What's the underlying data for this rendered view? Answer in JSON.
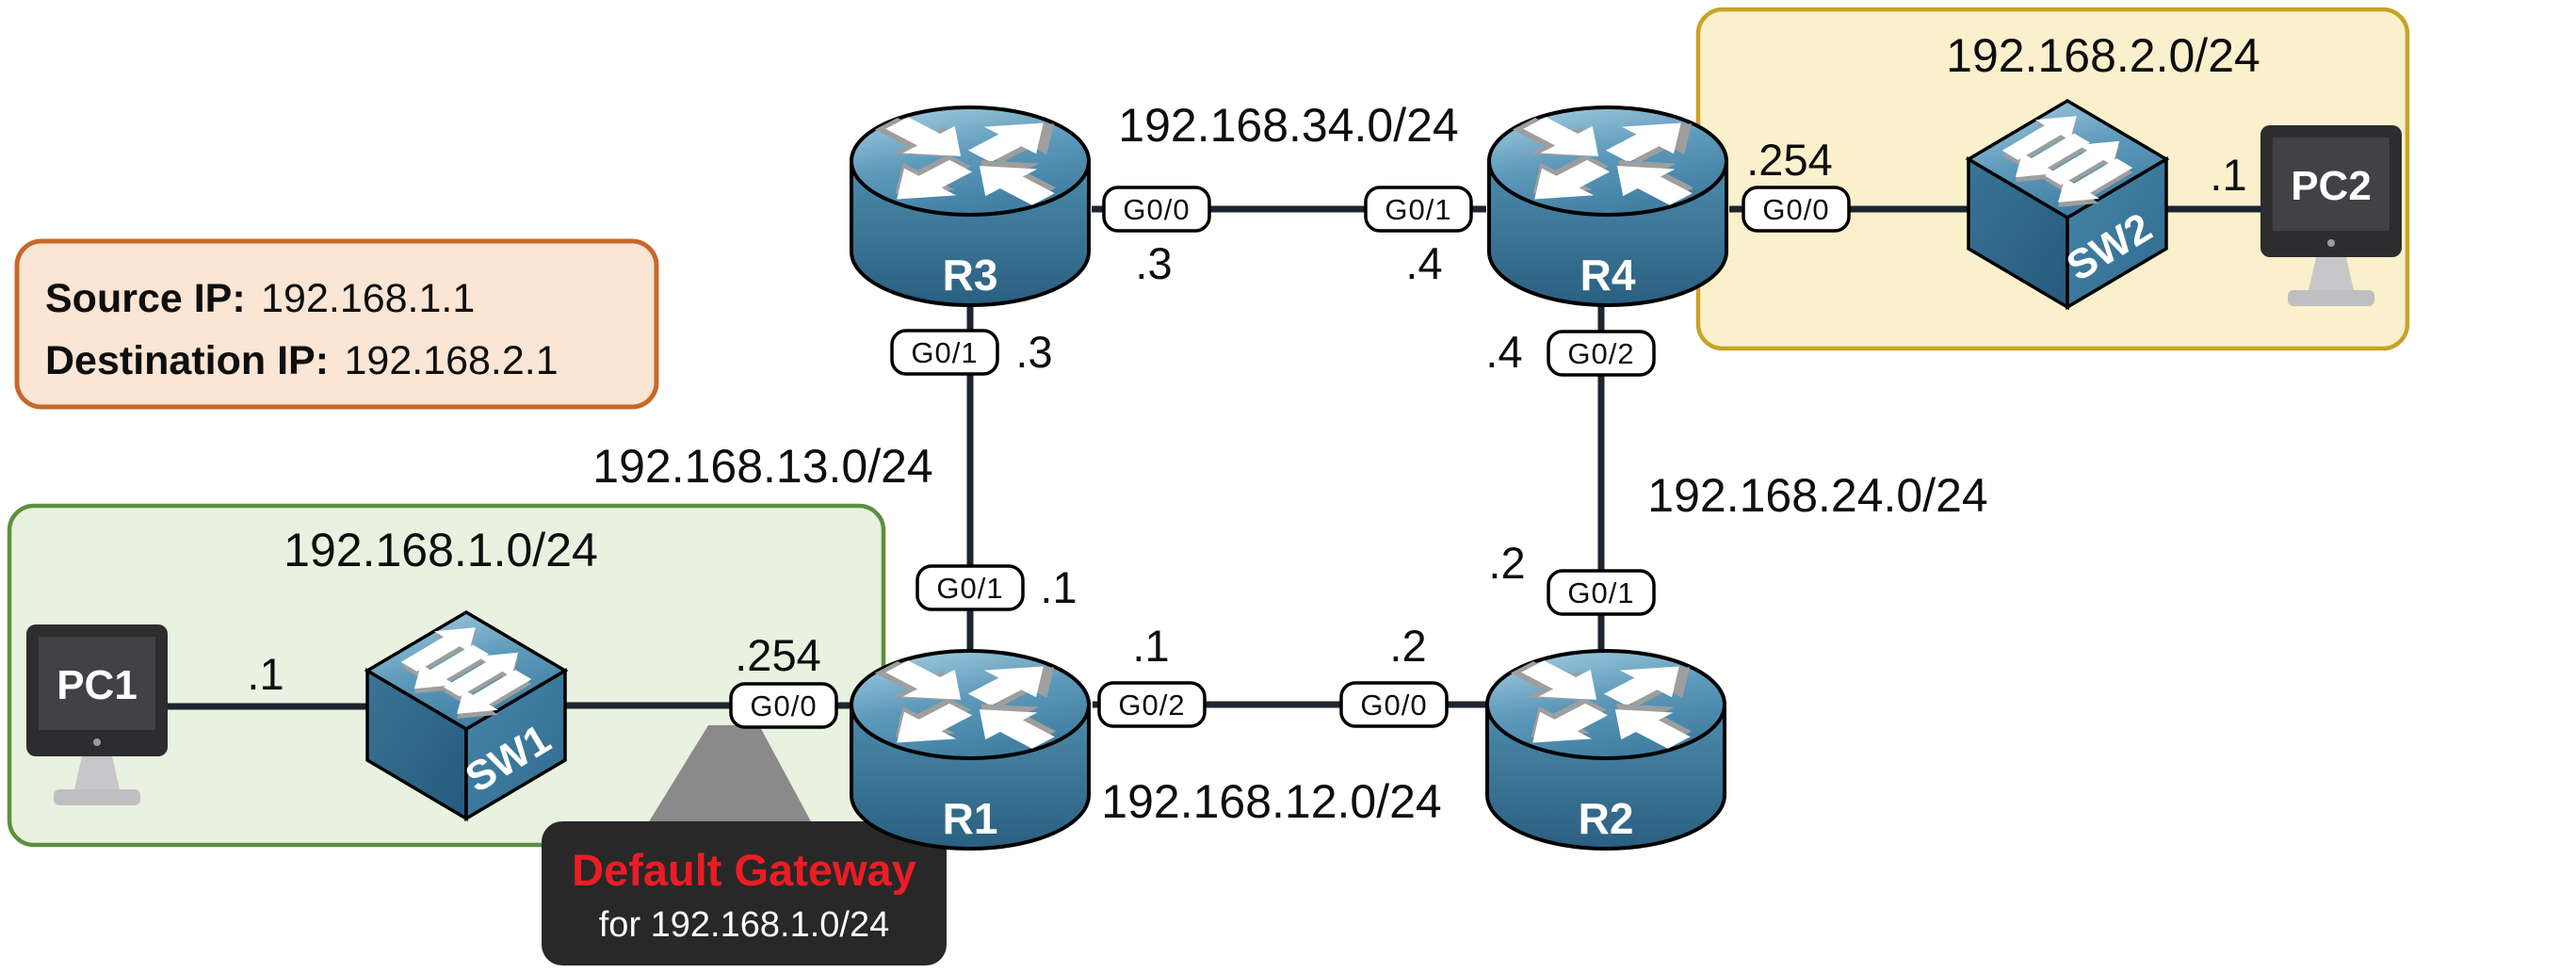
{
  "diagram": {
    "info_box": {
      "source_label": "Source IP:",
      "source_value": "192.168.1.1",
      "dest_label": "Destination IP:",
      "dest_value": "192.168.2.1"
    },
    "regions": {
      "lan1": {
        "subnet": "192.168.1.0/24",
        "fill": "#E9F1E0",
        "border": "#5E8F3F"
      },
      "lan2": {
        "subnet": "192.168.2.0/24",
        "fill": "#FAF0CC",
        "border": "#C9A227"
      }
    },
    "nodes": {
      "pc1": {
        "label": "PC1",
        "type": "pc",
        "ip_suffix": ".1"
      },
      "sw1": {
        "label": "SW1",
        "type": "switch"
      },
      "r1": {
        "label": "R1",
        "type": "router"
      },
      "r2": {
        "label": "R2",
        "type": "router"
      },
      "r3": {
        "label": "R3",
        "type": "router"
      },
      "r4": {
        "label": "R4",
        "type": "router"
      },
      "sw2": {
        "label": "SW2",
        "type": "switch"
      },
      "pc2": {
        "label": "PC2",
        "type": "pc",
        "ip_suffix": ".1"
      }
    },
    "links": {
      "r3_r4": {
        "subnet": "192.168.34.0/24",
        "r3_iface": "G0/0",
        "r3_ip": ".3",
        "r4_iface": "G0/1",
        "r4_ip": ".4"
      },
      "r3_r1": {
        "subnet": "192.168.13.0/24",
        "r3_iface": "G0/1",
        "r3_ip": ".3",
        "r1_iface": "G0/1",
        "r1_ip": ".1"
      },
      "r4_r2": {
        "subnet": "192.168.24.0/24",
        "r4_iface": "G0/2",
        "r4_ip": ".4",
        "r2_iface": "G0/1",
        "r2_ip": ".2"
      },
      "r1_r2": {
        "subnet": "192.168.12.0/24",
        "r1_iface": "G0/2",
        "r1_ip": ".1",
        "r2_iface": "G0/0",
        "r2_ip": ".2"
      },
      "r1_lan1": {
        "r1_iface": "G0/0",
        "r1_ip": ".254"
      },
      "r4_lan2": {
        "r4_iface": "G0/0",
        "r4_ip": ".254"
      }
    },
    "tooltip": {
      "title": "Default Gateway",
      "subtitle": "for 192.168.1.0/24",
      "title_color": "#EC1C24",
      "bg": "#282828",
      "pointer_color": "#8A8A8A"
    },
    "colors": {
      "link": "#1D2530",
      "device_top": "#8FC0DA",
      "device_body": "#2E6486",
      "info_fill": "#FBE5D4",
      "info_border": "#C7682A"
    }
  }
}
